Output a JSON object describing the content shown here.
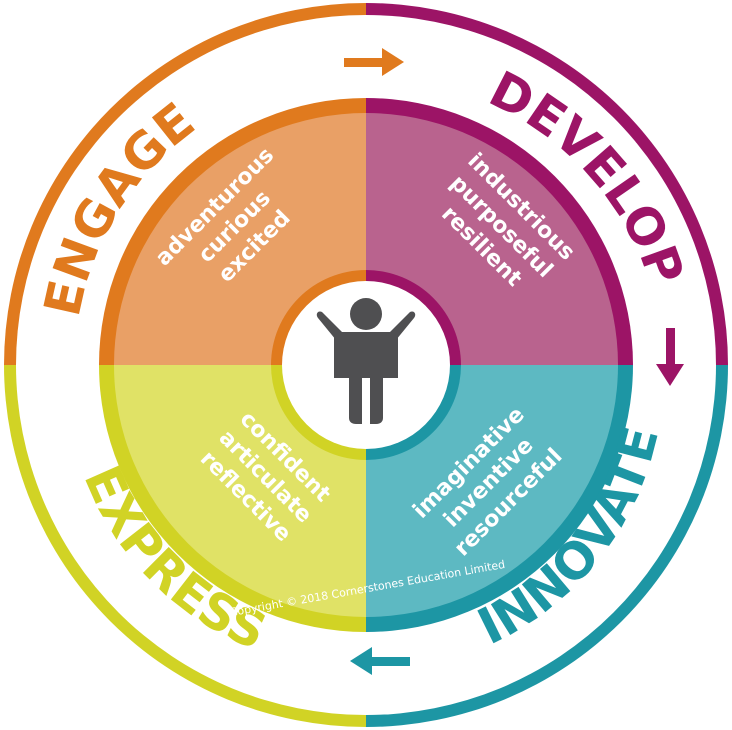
{
  "colors": {
    "engage": "#E07A1E",
    "engage_light": "#E9A066",
    "develop": "#9C1466",
    "develop_light": "#B9638E",
    "innovate": "#1D96A4",
    "innovate_light": "#5DB9C2",
    "express": "#D1D325",
    "express_light": "#E0E266",
    "center_ring": "#ffffff",
    "figure": "#4F4F51"
  },
  "stages": {
    "engage": {
      "label": "ENGAGE",
      "traits": [
        "adventurous",
        "curious",
        "excited"
      ]
    },
    "develop": {
      "label": "DEVELOP",
      "traits": [
        "industrious",
        "purposeful",
        "resilient"
      ]
    },
    "innovate": {
      "label": "INNOVATE",
      "traits": [
        "imaginative",
        "inventive",
        "resourceful"
      ]
    },
    "express": {
      "label": "EXPRESS",
      "traits": [
        "confident",
        "articulate",
        "reflective"
      ]
    }
  },
  "copyright": "Copyright © 2018 Cornerstones Education Limited",
  "icons": {
    "center": "person-icon",
    "arrow_top": "arrow-right-icon",
    "arrow_right": "arrow-down-icon",
    "arrow_bottom": "arrow-left-icon"
  }
}
